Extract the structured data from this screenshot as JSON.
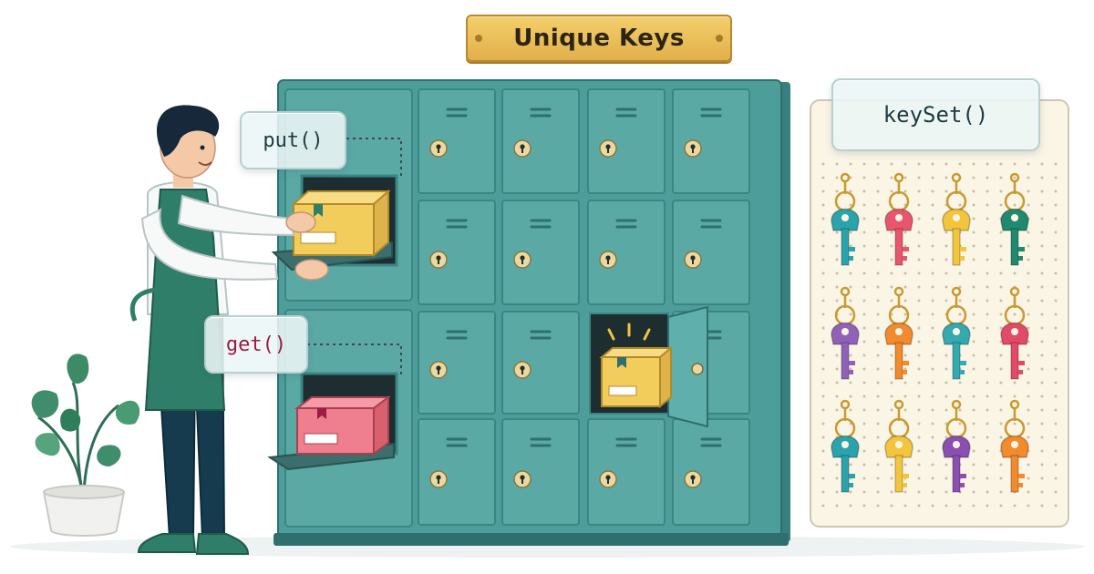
{
  "header": {
    "title": "Unique Keys"
  },
  "labels": {
    "put": "put()",
    "get": "get()",
    "keyset": "keySet()"
  },
  "colors": {
    "locker": "#4d9e9b",
    "locker_dark": "#37807d",
    "keyhole_plate": "#e9d9a1",
    "box_yellow": "#f2cd5c",
    "box_pink": "#ef7e8e",
    "pegboard": "#fbf5e6",
    "apron": "#2f7e6a",
    "pants": "#163b4e"
  },
  "pegboard": {
    "keys": [
      {
        "color": "#2aa3ad",
        "icon": "key-icon"
      },
      {
        "color": "#e8566d",
        "icon": "key-icon"
      },
      {
        "color": "#f2c53d",
        "icon": "key-icon"
      },
      {
        "color": "#1f8a6e",
        "icon": "key-icon"
      },
      {
        "color": "#8f62b8",
        "icon": "key-icon"
      },
      {
        "color": "#f28a2e",
        "icon": "key-icon"
      },
      {
        "color": "#34a9b0",
        "icon": "key-icon"
      },
      {
        "color": "#e24a67",
        "icon": "key-icon"
      },
      {
        "color": "#2aa3ad",
        "icon": "key-icon"
      },
      {
        "color": "#f2c53d",
        "icon": "key-icon"
      },
      {
        "color": "#8a4fb0",
        "icon": "key-icon"
      },
      {
        "color": "#f28a2e",
        "icon": "key-icon"
      }
    ]
  }
}
